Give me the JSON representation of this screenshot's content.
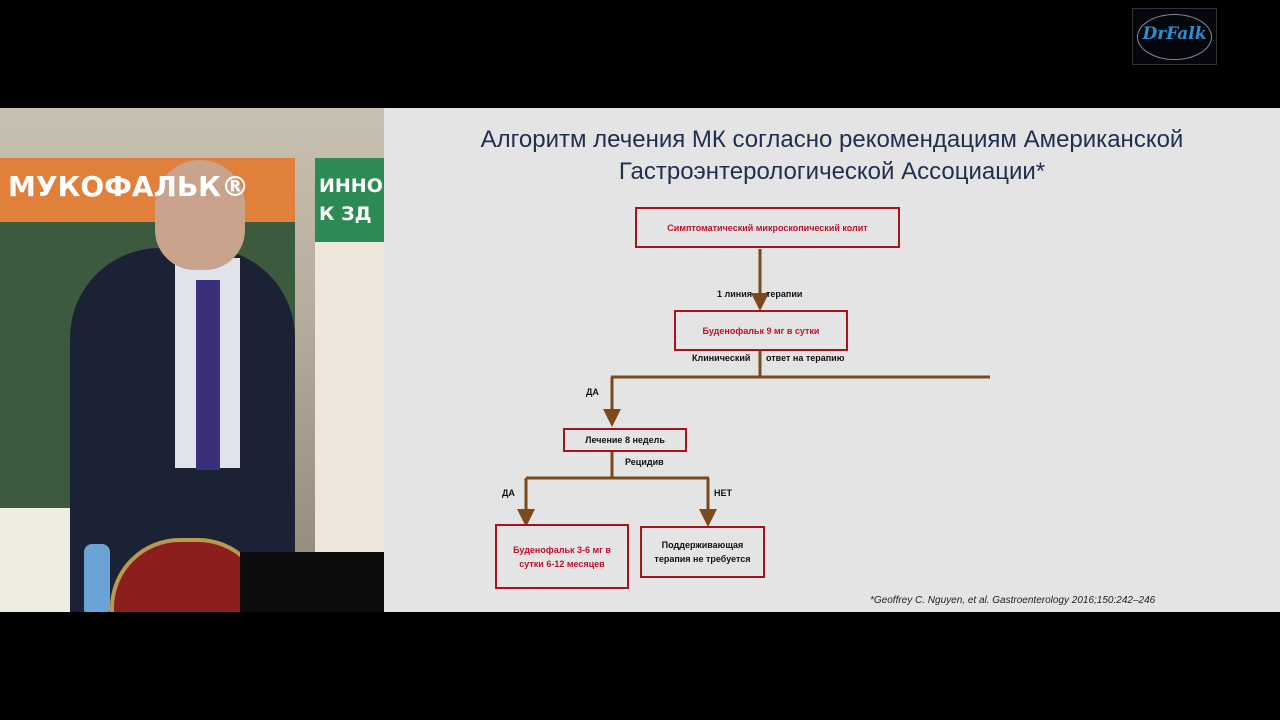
{
  "logo": {
    "text": "DrFalk"
  },
  "video": {
    "banner_left": "МУКОФАЛЬК®",
    "banner_right": "ИННО К ЗД"
  },
  "slide": {
    "title_line1": "Алгоритм лечения МК согласно рекомендациям Американской",
    "title_line2": "Гастроэнтерологической Ассоциации*",
    "boxes": {
      "start": "Симптоматический микроскопический колит",
      "budenofalk9": "Буденофальк 9 мг в сутки",
      "treatment8": "Лечение 8 недель",
      "budenofalk36": "Буденофальк 3-6 мг в сутки 6-12 месяцев",
      "no_maintenance": "Поддерживающая терапия не требуется"
    },
    "labels": {
      "line1_a": "1 линия",
      "line1_b": "терапии",
      "response_a": "Клинический",
      "response_b": "ответ на терапию",
      "yes1": "ДА",
      "relapse": "Рецидив",
      "yes2": "ДА",
      "no": "НЕТ"
    },
    "reference": "*Geoffrey C. Nguyen, et al. Gastroenterology 2016;150:242–246",
    "colors": {
      "box_border": "#a7121d",
      "arrow": "#7a4a1e",
      "title": "#1f2f4d"
    }
  }
}
